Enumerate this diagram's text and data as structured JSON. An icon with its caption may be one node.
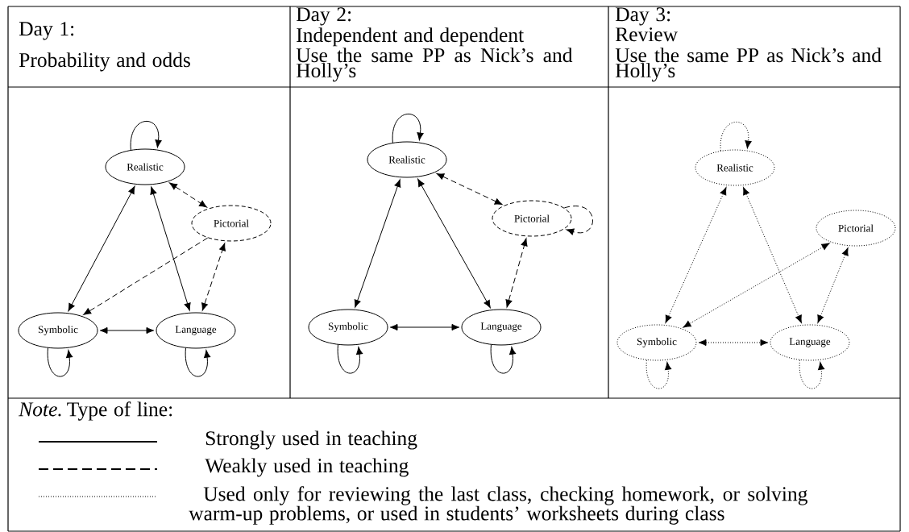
{
  "diagram": {
    "nodes": [
      {
        "text": [
          "Realistic"
        ]
      },
      {
        "text": [
          "Pictorial"
        ]
      },
      {
        "text": [
          "Symbolic"
        ]
      },
      {
        "text": [
          "Language"
        ]
      },
      {
        "text": [
          "Realistic"
        ]
      },
      {
        "text": [
          "Pictorial"
        ]
      },
      {
        "text": [
          "Symbolic"
        ]
      },
      {
        "text": [
          "Language"
        ]
      },
      {
        "text": [
          "Realistic"
        ]
      },
      {
        "text": [
          "Pictorial"
        ]
      },
      {
        "text": [
          "Symbolic"
        ]
      },
      {
        "text": [
          "Language"
        ]
      }
    ],
    "edges": [
      {
        "from": 0,
        "to": 0,
        "arrow": "to"
      },
      {
        "from": 0,
        "to": 1,
        "arrow": "both",
        "style": "dashed"
      },
      {
        "from": 0,
        "to": 2,
        "arrow": "both"
      },
      {
        "from": 0,
        "to": 3,
        "arrow": "both"
      },
      {
        "from": 1,
        "to": 2,
        "arrow": "to",
        "style": "dashed"
      },
      {
        "from": 3,
        "to": 1,
        "arrow": "both",
        "style": "dashed"
      },
      {
        "from": 2,
        "to": 3,
        "arrow": "both"
      },
      {
        "from": 2,
        "to": 2,
        "arrow": "to"
      },
      {
        "from": 3,
        "to": 3,
        "arrow": "to"
      },
      {
        "from": 4,
        "to": 4,
        "arrow": "to"
      },
      {
        "from": 4,
        "to": 5,
        "arrow": "both",
        "style": "dashed"
      },
      {
        "from": 4,
        "to": 6,
        "arrow": "both"
      },
      {
        "from": 4,
        "to": 7,
        "arrow": "both"
      },
      {
        "from": 7,
        "to": 5,
        "arrow": "both",
        "style": "dashed"
      },
      {
        "from": 5,
        "to": 5,
        "arrow": "to",
        "style": "dashed"
      },
      {
        "from": 6,
        "to": 7,
        "arrow": "both"
      },
      {
        "from": 6,
        "to": 6,
        "arrow": "to"
      },
      {
        "from": 7,
        "to": 7,
        "arrow": "to"
      },
      {
        "from": 8,
        "to": 8,
        "arrow": "to",
        "style": "dashed"
      },
      {
        "from": 8,
        "to": 10,
        "arrow": "both",
        "style": "dashed"
      },
      {
        "from": 8,
        "to": 11,
        "arrow": "both",
        "style": "dashed"
      },
      {
        "from": 9,
        "to": 10,
        "arrow": "both",
        "style": "dashed"
      },
      {
        "from": 11,
        "to": 9,
        "arrow": "both",
        "style": "dashed"
      },
      {
        "from": 10,
        "to": 11,
        "arrow": "both",
        "style": "dashed"
      },
      {
        "from": 10,
        "to": 10,
        "arrow": "to",
        "style": "dashed"
      },
      {
        "from": 11,
        "to": 11,
        "arrow": "to",
        "style": "dashed"
      }
    ],
    "labels": [
      "Day 1:",
      "Probability and odds",
      "Day 2:",
      "Independent and dependent",
      "Use the same PP as Nick’s and Holly’s",
      "Day 3:",
      "Review",
      "Use the same PP as Nick’s and Holly’s",
      "*Note.* Type of line:"
    ],
    "legend": [
      {
        "text": "Strongly used in teaching"
      },
      {
        "text": "Weakly used in teaching"
      },
      {
        "text": "Used only for reviewing the last class, checking homework, or solving warm-up problems, or used in students’ worksheets during class"
      }
    ]
  }
}
